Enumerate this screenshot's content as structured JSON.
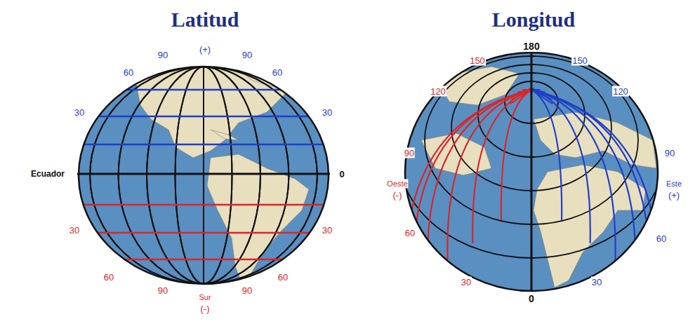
{
  "diagram": {
    "labels": [
      "Latitud",
      "90",
      "(+)",
      "90",
      "60",
      "60",
      "30",
      "30",
      "Ecuador",
      "0",
      "30",
      "30",
      "60",
      "60",
      "90",
      "Sur",
      "(-)",
      "90",
      "Longitud",
      "180",
      "150",
      "150",
      "120",
      "120",
      "90",
      "Oeste",
      "(-)",
      "90",
      "Este",
      "(+)",
      "60",
      "60",
      "30",
      "30",
      "0"
    ]
  }
}
